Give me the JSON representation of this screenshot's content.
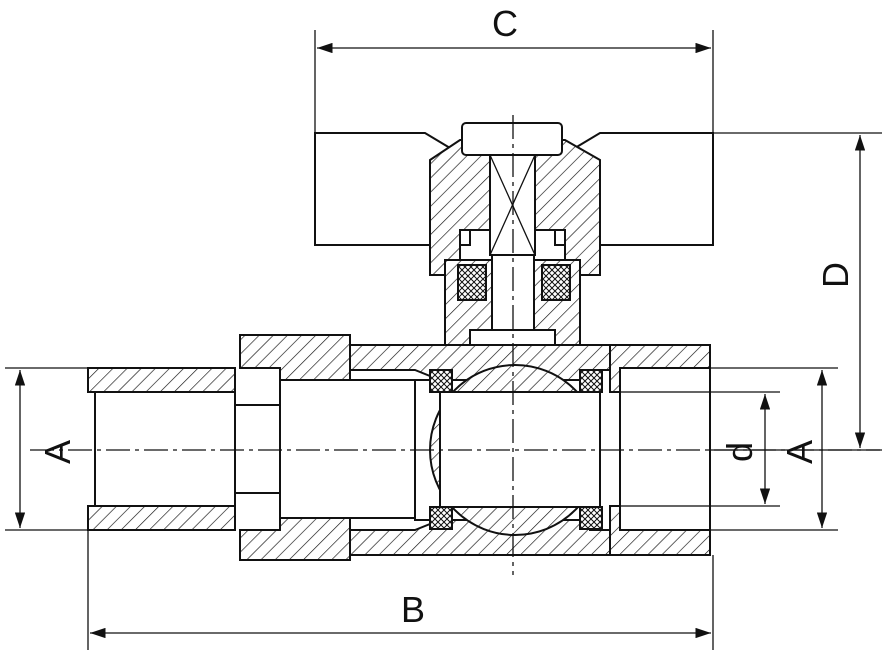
{
  "drawing": {
    "dimension_labels": {
      "C": "C",
      "D": "D",
      "A_left": "A",
      "d": "d",
      "A_right": "A",
      "B": "B"
    },
    "line_color": "#111111",
    "background": "#ffffff"
  }
}
